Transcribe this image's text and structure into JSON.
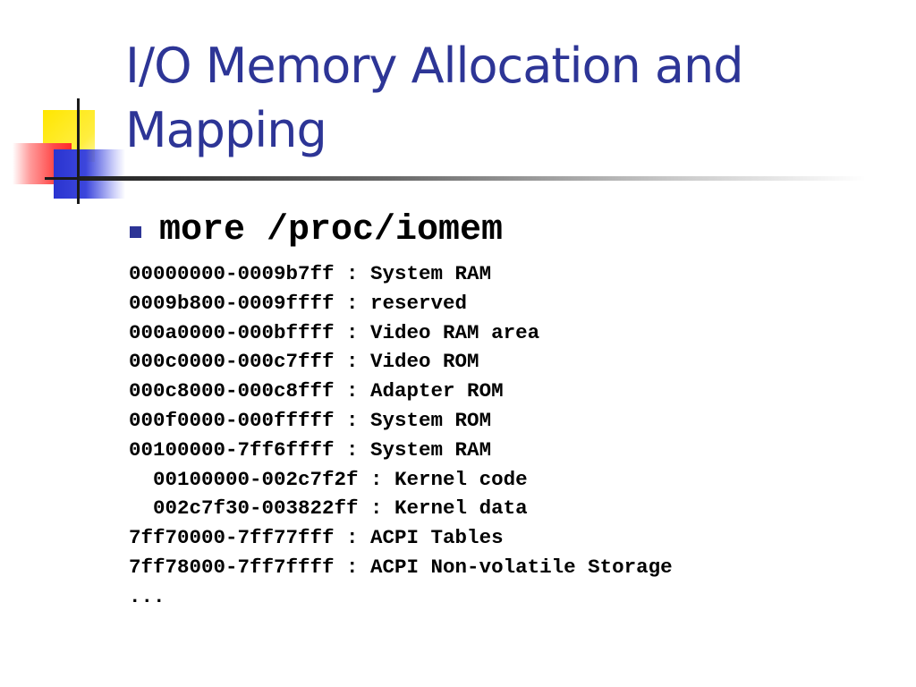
{
  "title": {
    "line1": "I/O Memory Allocation and",
    "line2": "Mapping"
  },
  "bullet": {
    "text": "more /proc/iomem"
  },
  "listing": [
    "00000000-0009b7ff : System RAM",
    "0009b800-0009ffff : reserved",
    "000a0000-000bffff : Video RAM area",
    "000c0000-000c7fff : Video ROM",
    "000c8000-000c8fff : Adapter ROM",
    "000f0000-000fffff : System ROM",
    "00100000-7ff6ffff : System RAM",
    "  00100000-002c7f2f : Kernel code",
    "  002c7f30-003822ff : Kernel data",
    "7ff70000-7ff77fff : ACPI Tables",
    "7ff78000-7ff7ffff : ACPI Non-volatile Storage",
    "..."
  ],
  "colors": {
    "title": "#2d3596",
    "bullet": "#2d3596",
    "emblem_yellow": "#ffe600",
    "emblem_red": "#ff2a2a",
    "emblem_blue": "#2a34d0"
  }
}
